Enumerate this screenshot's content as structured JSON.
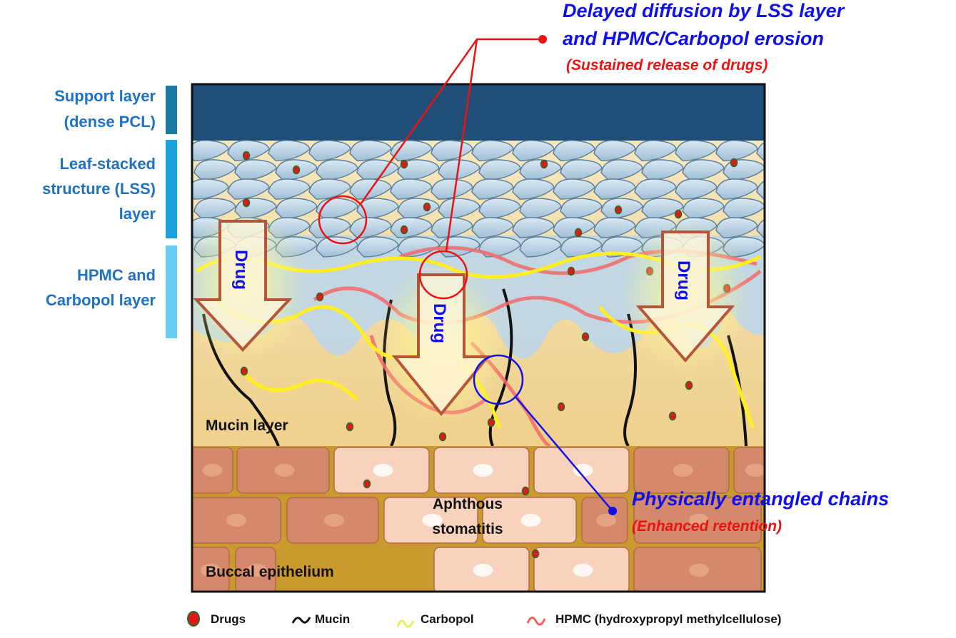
{
  "left_labels": {
    "support": [
      "Support layer",
      "(dense PCL)"
    ],
    "lss": [
      "Leaf-stacked",
      "structure (LSS)",
      "layer"
    ],
    "hpmc": [
      "HPMC and",
      "Carbopol layer"
    ]
  },
  "callouts": {
    "diffusion": {
      "line1": "Delayed diffusion  by LSS layer",
      "line2": "and HPMC/Carbopol erosion",
      "sub": "(Sustained release of drugs)"
    },
    "entangled": {
      "line1": "Physically  entangled chains",
      "sub": "(Enhanced retention)"
    }
  },
  "inner_labels": {
    "drug": "Drug",
    "mucin_layer": "Mucin layer",
    "aphthous": [
      "Aphthous",
      "stomatitis"
    ],
    "buccal": "Buccal epithelium"
  },
  "legend": [
    {
      "icon": "drug-icon",
      "label": "Drugs"
    },
    {
      "icon": "mucin-icon",
      "label": "Mucin"
    },
    {
      "icon": "carbopol-icon",
      "label": "Carbopol"
    },
    {
      "icon": "hpmc-icon",
      "label": "HPMC (hydroxypropyl methylcellulose)"
    }
  ],
  "colors": {
    "support": "#1f4e79",
    "lss_bar": "#1aa3e0",
    "hpmc_bar": "#66ccf0",
    "label_blue": "#1f72c0",
    "callout_blue": "#1010ee",
    "callout_red": "#ee1111",
    "cell_dark": "#d4896a",
    "cell_light": "#f8d2bc",
    "mucin_bg": "#f6e1b0"
  }
}
